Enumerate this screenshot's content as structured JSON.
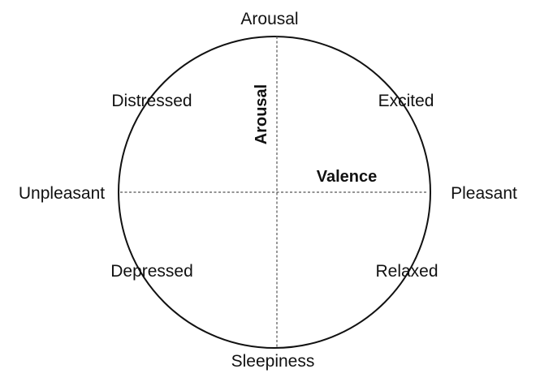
{
  "poles": {
    "top": "Arousal",
    "bottom": "Sleepiness",
    "left": "Unpleasant",
    "right": "Pleasant"
  },
  "quadrants": {
    "top_left": "Distressed",
    "top_right": "Excited",
    "bottom_left": "Depressed",
    "bottom_right": "Relaxed"
  },
  "axes": {
    "vertical": "Arousal",
    "horizontal": "Valence"
  },
  "colors": {
    "stroke": "#111111",
    "dashed_axis": "#555555",
    "background": "#ffffff"
  }
}
